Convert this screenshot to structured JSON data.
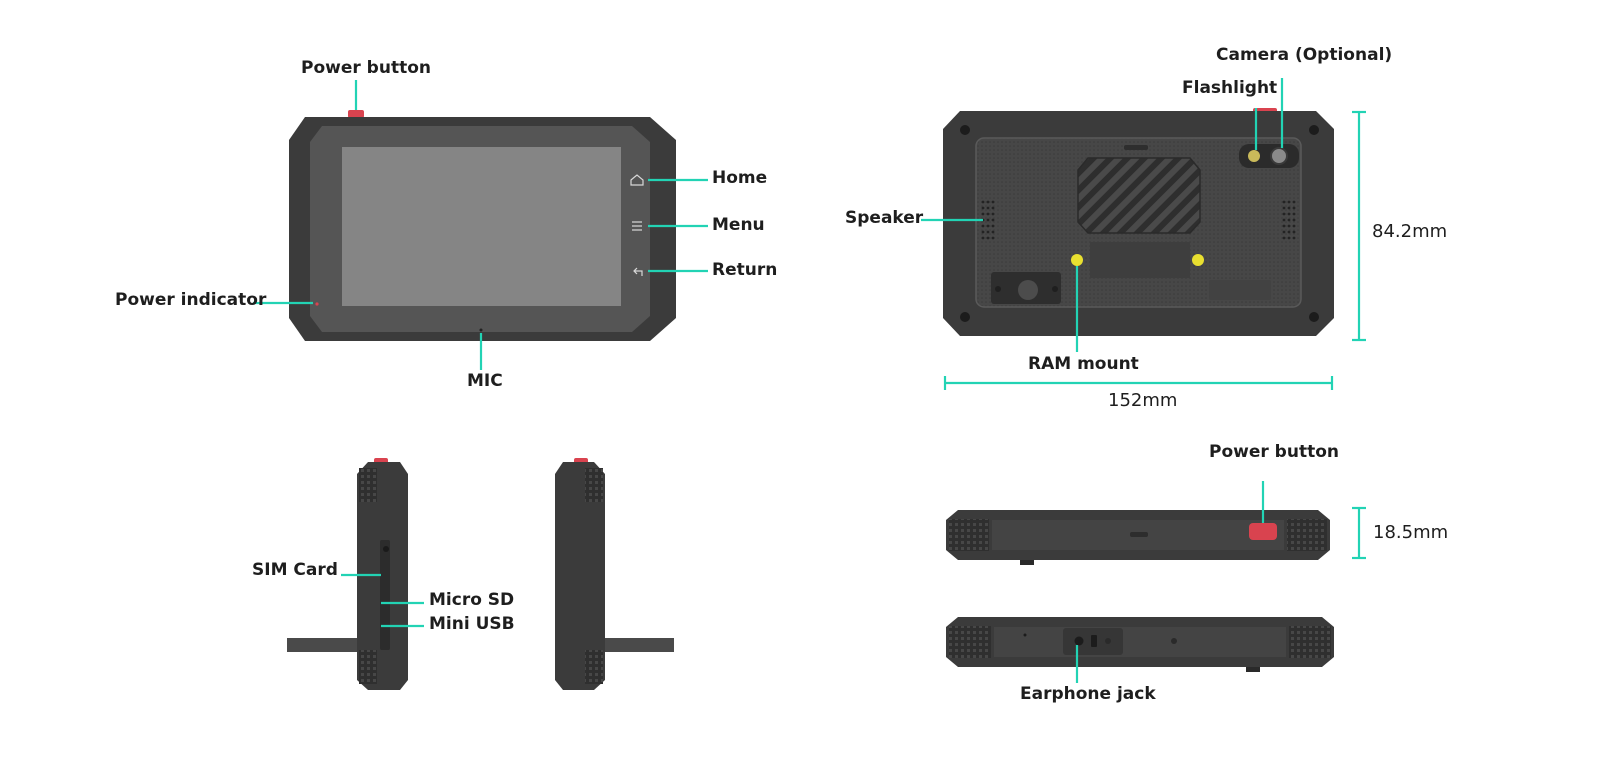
{
  "labels": {
    "front_power_button": "Power button",
    "home": "Home",
    "menu": "Menu",
    "return": "Return",
    "power_indicator": "Power indicator",
    "mic": "MIC",
    "camera": "Camera (Optional)",
    "flashlight": "Flashlight",
    "speaker": "Speaker",
    "ram_mount": "RAM mount",
    "sim_card": "SIM Card",
    "micro_sd": "Micro SD",
    "mini_usb": "Mini USB",
    "top_power_button": "Power button",
    "earphone_jack": "Earphone jack"
  },
  "dimensions": {
    "height": "84.2mm",
    "width": "152mm",
    "thickness": "18.5mm"
  },
  "icons": {
    "home": "home-icon",
    "menu": "menu-icon",
    "return": "return-icon"
  },
  "colors": {
    "leader": "#22d3b4",
    "body": "#3b3b3b",
    "bezel": "#4a4a4a",
    "screen": "#858585",
    "accent_red": "#d9434f",
    "mount_yellow": "#e9e030",
    "text": "#1e1e1e"
  }
}
